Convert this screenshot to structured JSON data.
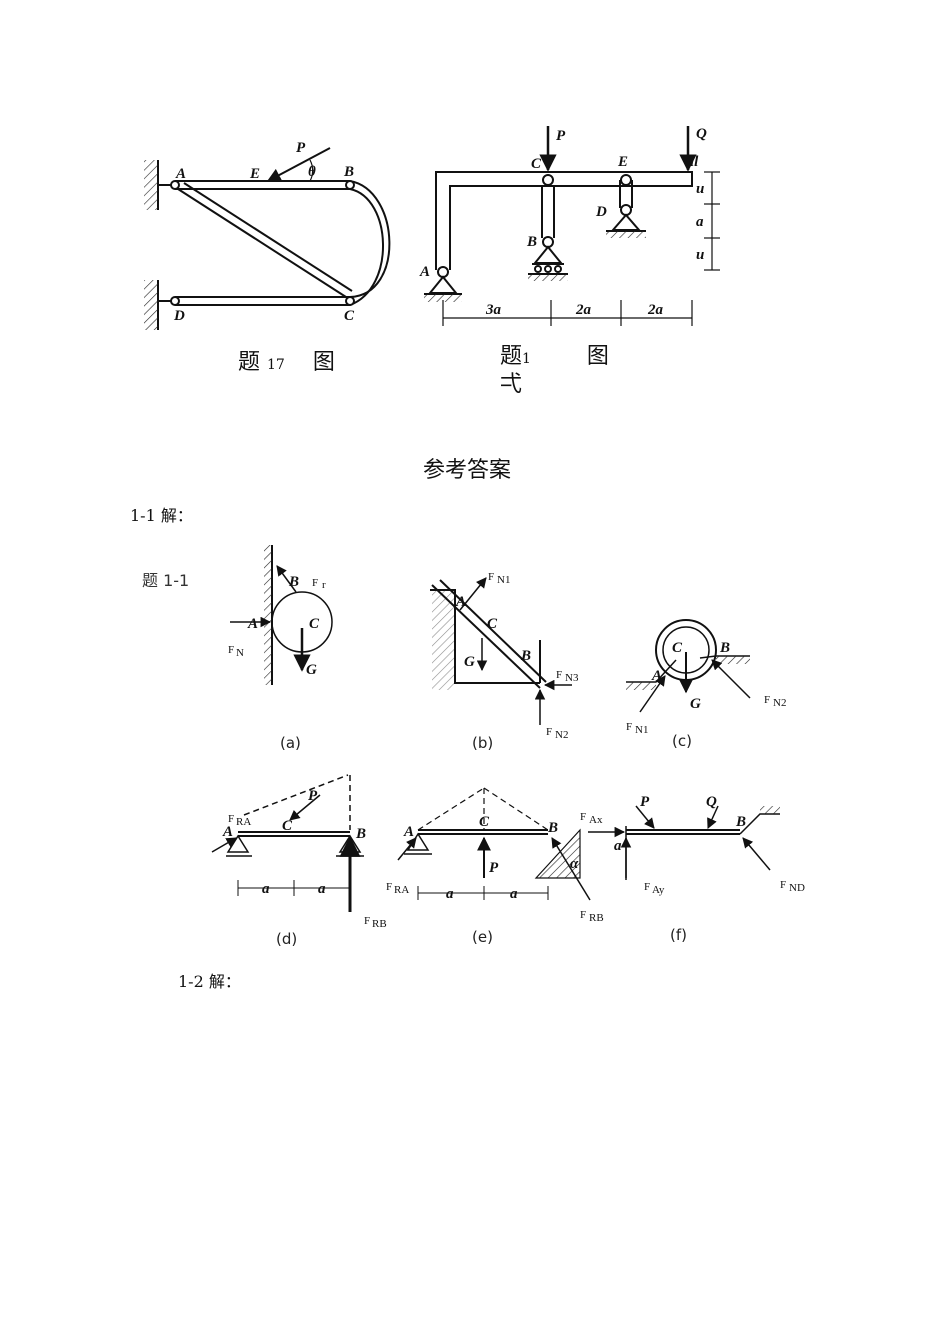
{
  "figure17": {
    "caption_prefix": "题",
    "caption_number": "17",
    "caption_suffix": "图",
    "labels": {
      "A": "A",
      "E": "E",
      "P": "P",
      "theta": "θ",
      "B": "B",
      "D": "D",
      "C": "C"
    }
  },
  "figure_right": {
    "caption_prefix": "题",
    "caption_number": "1",
    "caption_suffix": "图",
    "caption_extra": "弌",
    "labels": {
      "P": "P",
      "Q": "Q",
      "C": "C",
      "E": "E",
      "il": "il",
      "D": "D",
      "B": "B",
      "A": "A"
    },
    "dims_vertical": [
      "u",
      "a",
      "u"
    ],
    "dims_horizontal": [
      "3a",
      "2a",
      "2a"
    ]
  },
  "answers_title": "参考答案",
  "solution_1_1": "1-1 解：",
  "figure_1_1": {
    "title": "题 1-1",
    "a": {
      "caption": "(a)",
      "labels": [
        "B",
        "F",
        "r",
        "A",
        "C",
        "F",
        "N",
        "G"
      ]
    },
    "b": {
      "caption": "(b)",
      "labels": [
        "F",
        "N1",
        "A",
        "C",
        "G",
        "B",
        "F",
        "N3",
        "F",
        "N2"
      ]
    },
    "c": {
      "caption": "(c)",
      "labels": [
        "C",
        "B",
        "A",
        "G",
        "F",
        "N2",
        "F",
        "N1"
      ]
    },
    "d": {
      "caption": "(d)",
      "labels": [
        "F",
        "RA",
        "A",
        "P",
        "C",
        "B",
        "a",
        "a",
        "F",
        "RB"
      ]
    },
    "e": {
      "caption": "(e)",
      "labels": [
        "A",
        "C",
        "B",
        "P",
        "α",
        "F",
        "RA",
        "a",
        "a",
        "F",
        "RB"
      ]
    },
    "f": {
      "caption": "(f)",
      "labels": [
        "P",
        "Q",
        "F",
        "Ax",
        "a",
        "B",
        "F",
        "Ay",
        "F",
        "ND"
      ]
    }
  },
  "solution_1_2": "1-2 解："
}
